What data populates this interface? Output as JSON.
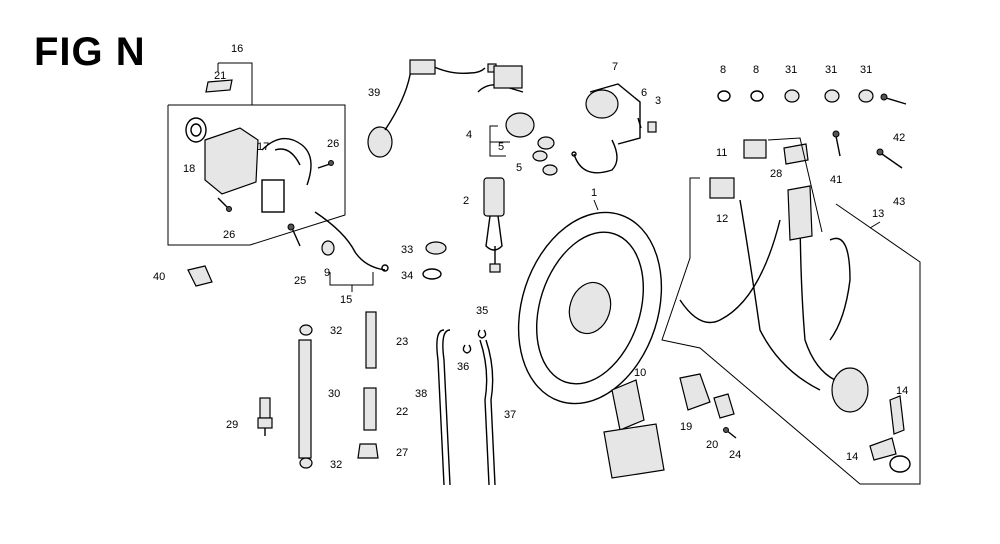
{
  "figure": {
    "title": "FIG N"
  },
  "callouts": {
    "c1": "1",
    "c2": "2",
    "c3": "3",
    "c4": "4",
    "c5a": "5",
    "c5b": "5",
    "c6": "6",
    "c7": "7",
    "c8a": "8",
    "c8b": "8",
    "c9": "9",
    "c10": "10",
    "c11": "11",
    "c12": "12",
    "c13": "13",
    "c14a": "14",
    "c14b": "14",
    "c15": "15",
    "c16": "16",
    "c17": "17",
    "c18": "18",
    "c19": "19",
    "c20": "20",
    "c21": "21",
    "c22": "22",
    "c23": "23",
    "c24": "24",
    "c25": "25",
    "c26a": "26",
    "c26b": "26",
    "c27": "27",
    "c28": "28",
    "c29": "29",
    "c30": "30",
    "c31a": "31",
    "c31b": "31",
    "c31c": "31",
    "c32a": "32",
    "c32b": "32",
    "c33": "33",
    "c34": "34",
    "c35": "35",
    "c36": "36",
    "c37": "37",
    "c38": "38",
    "c39": "39",
    "c40": "40",
    "c41": "41",
    "c42": "42",
    "c43": "43"
  }
}
